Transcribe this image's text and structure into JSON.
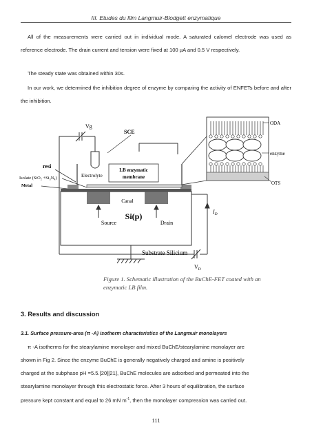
{
  "header": {
    "running_title": "III. Etudes du film Langmuir-Blodgett enzymatique"
  },
  "body_top": {
    "p1": "All of the measurements were carried out in individual mode. A saturated calomel electrode was used as reference electrode. The drain current and tension were fixed at 100 µA and 0.5 V respectively.",
    "p2": "The steady state was obtained within 30s.",
    "p3": "In our work, we determined the inhibition degree of enzyme by comparing  the  activity of ENFETs before and after the inhibition."
  },
  "figure": {
    "labels": {
      "vg": "Vg",
      "sce": "SCE",
      "oda": "ODA",
      "enzyme": "enzyme",
      "ots": "OTS",
      "resin": "resi",
      "electrolyte": "Electrolyte",
      "lb_membrane_1": "LB enzymatic",
      "lb_membrane_2": "membrane",
      "isolate": "Isolate (SiO₂ +Si₃N₄)",
      "metal": "Metal",
      "canal": "Canal",
      "sip": "Si(p)",
      "source": "Source",
      "drain": "Drain",
      "id": "I",
      "id_sub": "D",
      "substrate": "Substrate Silicium",
      "vd": "V",
      "vd_sub": "D"
    },
    "caption": "Figure 1. Schematic illustration of the BuChE-FET coated with an enzymatic LB film."
  },
  "section": {
    "heading": "3. Results and discussion",
    "subheading": "3.1. Surface pressure-area (π -A) isotherm characteristics of the Langmuir monolayers",
    "p_line1": "π -A isotherms for the stearylamine monolayer and mixed BuChE/stearylamine monolayer are",
    "p_line2": "shown in  Fig 2.  Since the enzyme BuChE is generally negatively charged and amine is positively",
    "p_line3": "charged at the subphase pH =5.5.[20][21], BuChE molecules are adsorbed and permeated into the",
    "p_line4": "stearylamine monolayer through this electrostatic force. After 3 hours of equilibration, the surface",
    "p_line5a": "pressure kept constant and equal to 26 mN m",
    "p_line5sup": "-1",
    "p_line5b": ", then the monolayer compression was carried out."
  },
  "footer": {
    "page_number": "111"
  }
}
